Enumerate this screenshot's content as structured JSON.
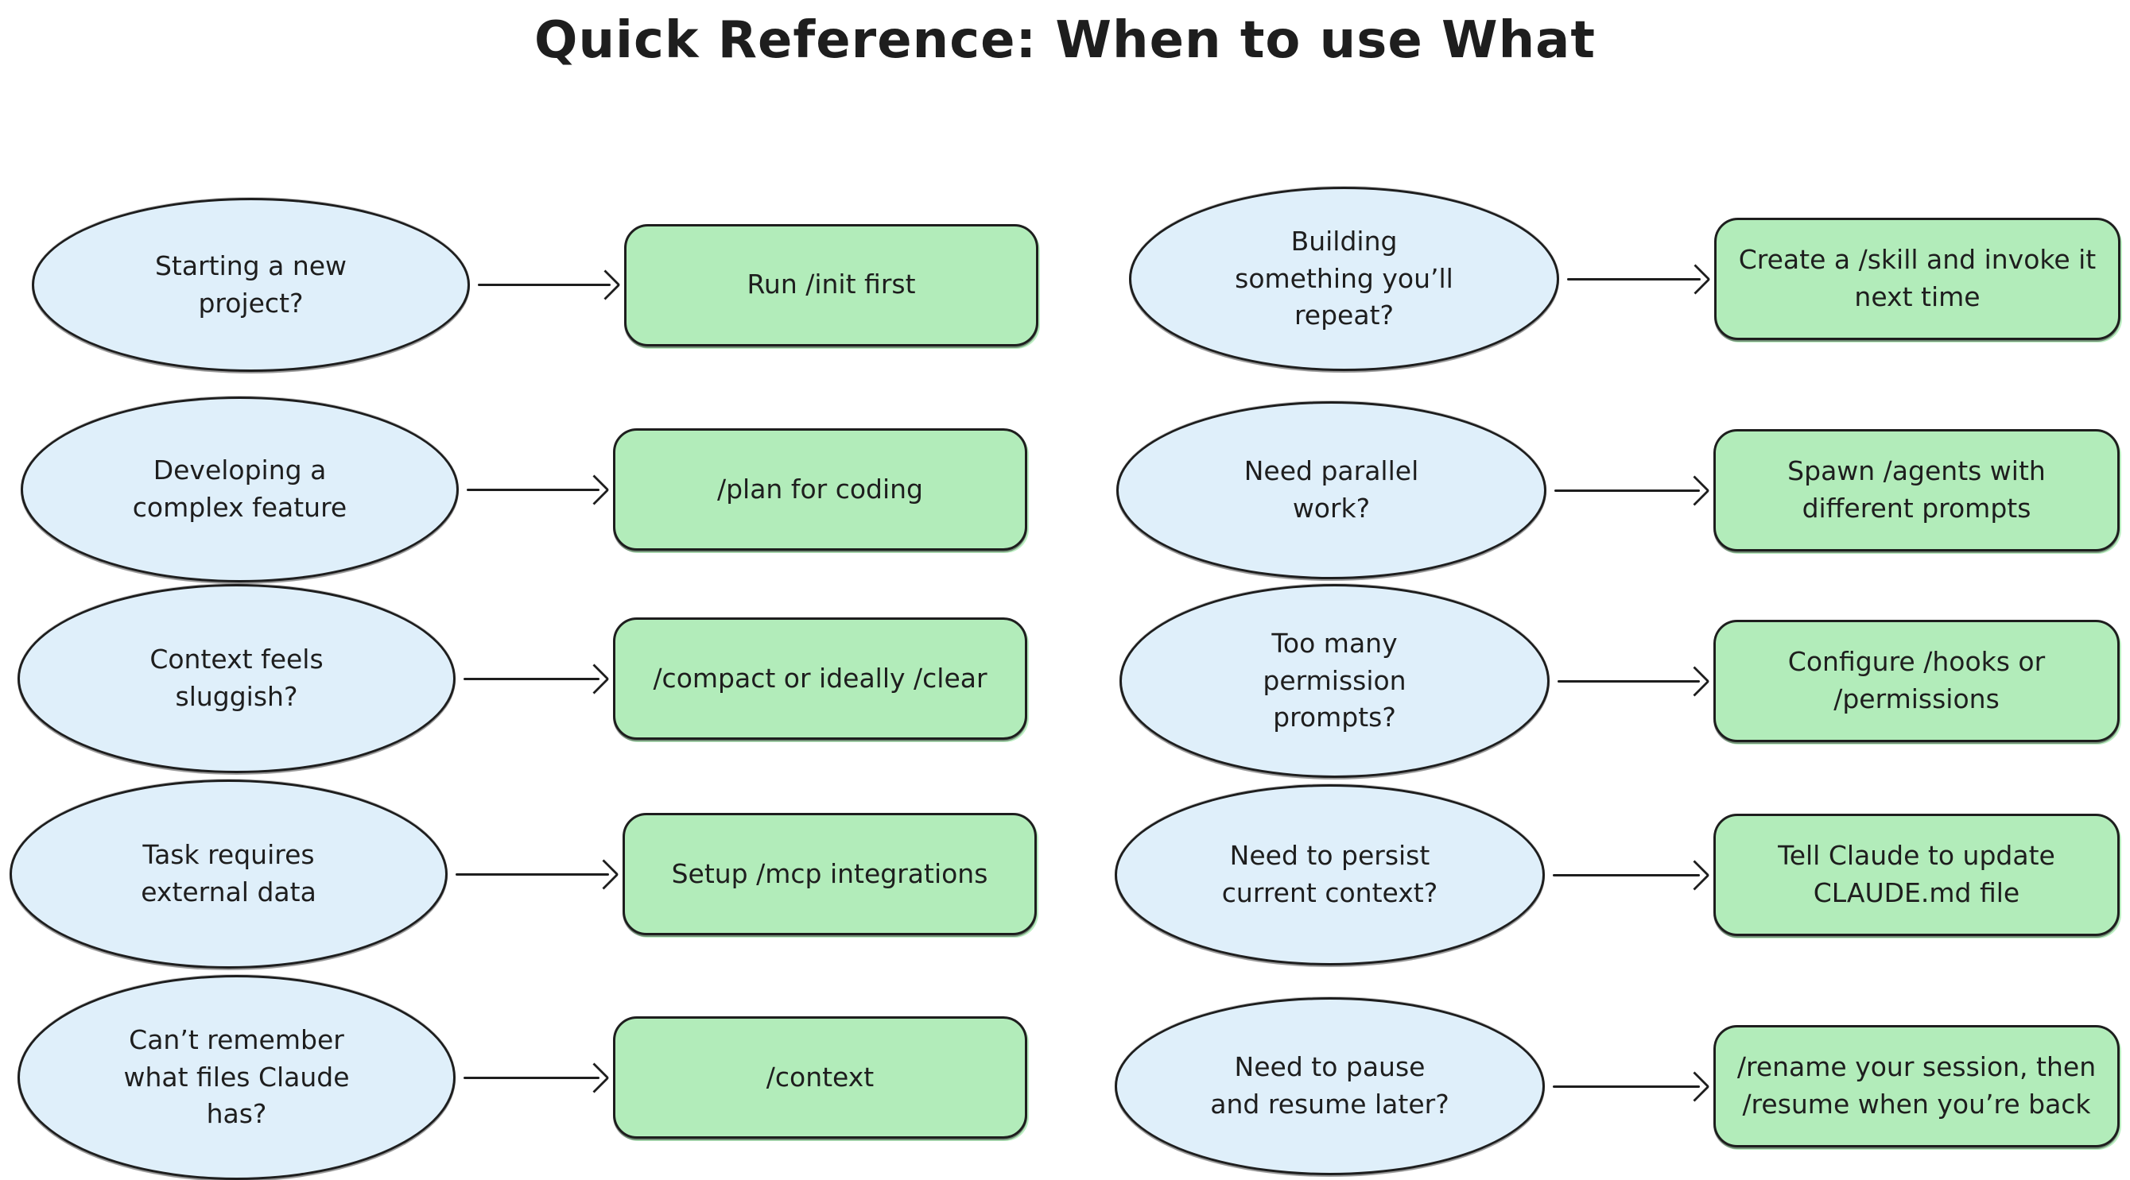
{
  "title": "Quick Reference: When to use What",
  "colors": {
    "question_fill": "#dfeffa",
    "action_fill": "#b2ecba",
    "stroke": "#1e1e1e",
    "background": "#ffffff"
  },
  "columns": [
    {
      "name": "left",
      "rows": [
        {
          "question": "Starting a new project?",
          "action": "Run /init first"
        },
        {
          "question": "Developing a complex feature",
          "action": "/plan for coding"
        },
        {
          "question": "Context feels sluggish?",
          "action": "/compact or ideally /clear"
        },
        {
          "question": "Task requires external data",
          "action": "Setup /mcp integrations"
        },
        {
          "question": "Can’t remember what files Claude has?",
          "action": "/context"
        }
      ]
    },
    {
      "name": "right",
      "rows": [
        {
          "question": "Building something you’ll repeat?",
          "action": "Create a /skill and invoke it next time"
        },
        {
          "question": "Need parallel work?",
          "action": "Spawn /agents with different prompts"
        },
        {
          "question": "Too many permission prompts?",
          "action": "Configure /hooks or /permissions"
        },
        {
          "question": "Need to persist current context?",
          "action": "Tell Claude to update CLAUDE.md file"
        },
        {
          "question": "Need to pause and resume later?",
          "action": "/rename your session, then /resume when you’re back"
        }
      ]
    }
  ]
}
